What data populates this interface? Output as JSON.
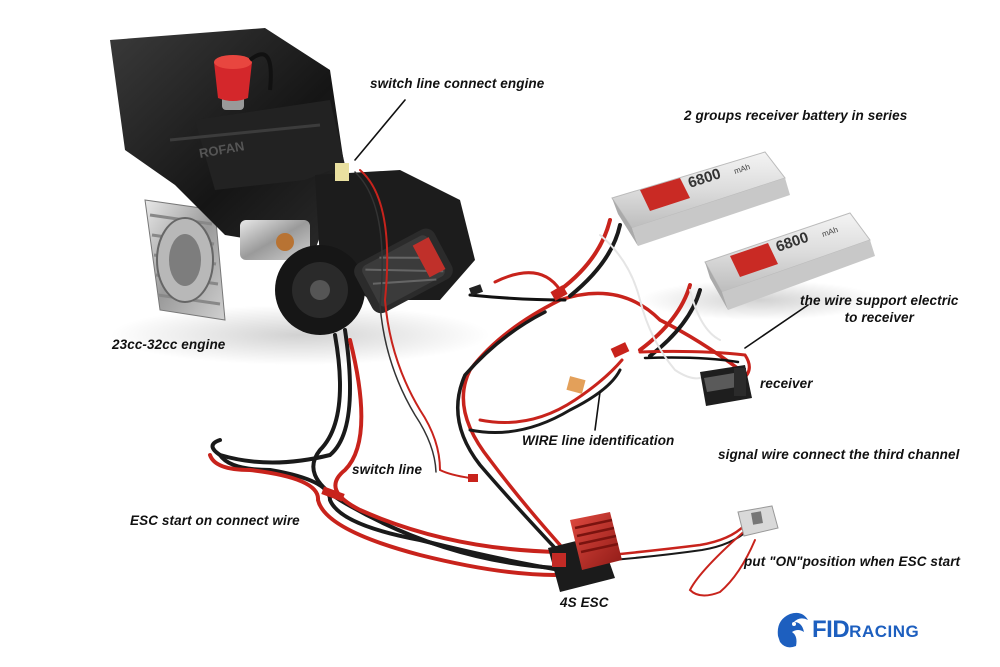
{
  "labels": {
    "switch_line_connect_engine": "switch line connect engine",
    "receiver_battery": "2 groups receiver battery in series",
    "wire_support": "the wire support electric\nto receiver",
    "engine": "23cc-32cc engine",
    "receiver": "receiver",
    "wire_identification": "WIRE line identification",
    "signal_wire": "signal wire connect the third channel",
    "switch_line": "switch line",
    "esc_start_wire": "ESC start on connect wire",
    "on_position": "put \"ON\"position when ESC start",
    "esc": "4S ESC"
  },
  "product_text": {
    "battery_capacity": "6800",
    "battery_unit": "mAh",
    "engine_brand": "ROFAN"
  },
  "logo": {
    "main": "FID",
    "sub": "RACING"
  },
  "colors": {
    "wire_red": "#c8231c",
    "wire_black": "#1a1a1a",
    "esc_red": "#c22a25",
    "battery_red": "#c92a24",
    "logo_blue": "#1d5fbf"
  }
}
